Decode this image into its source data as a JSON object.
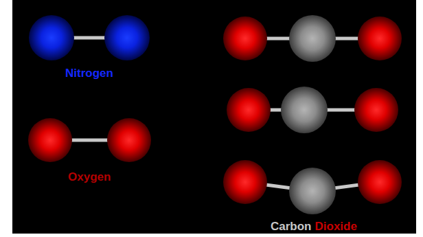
{
  "diagram": {
    "labels": [
      "Nitrogen",
      "Oxygen",
      "Carbon",
      "Dioxide"
    ]
  }
}
